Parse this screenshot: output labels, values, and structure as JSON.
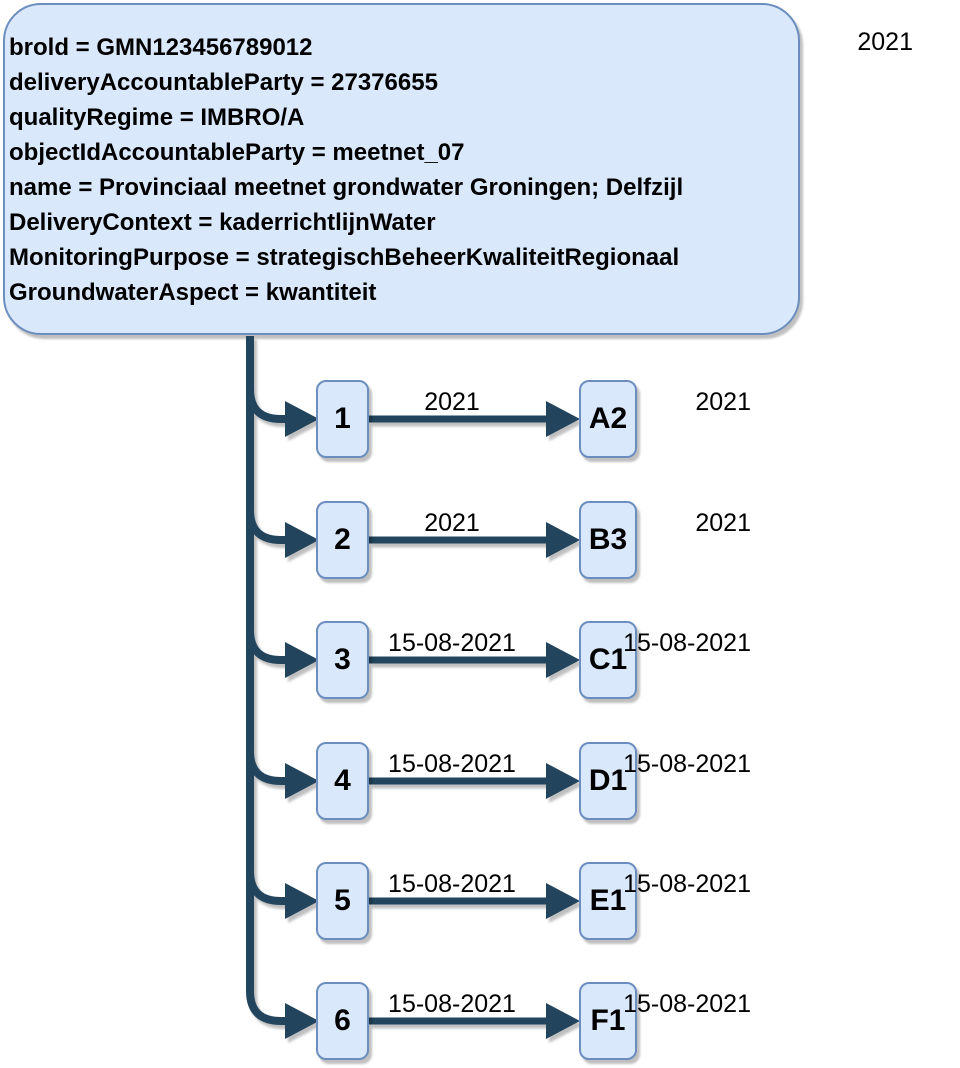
{
  "root_node": {
    "lines": [
      "brold = GMN123456789012",
      "deliveryAccountableParty = 27376655",
      "qualityRegime = IMBRO/A",
      "objectIdAccountableParty = meetnet_07",
      "name = Provinciaal meetnet grondwater Groningen; Delfzijl",
      "DeliveryContext = kaderrichtlijnWater",
      "MonitoringPurpose = strategischBeheerKwaliteitRegionaal",
      "GroundwaterAspect = kwantiteit"
    ],
    "start_year_label": "2021"
  },
  "rows": [
    {
      "tube_number": "1",
      "measuring_point": "A2",
      "edge_date": "2021",
      "start_date": "2021"
    },
    {
      "tube_number": "2",
      "measuring_point": "B3",
      "edge_date": "2021",
      "start_date": "2021"
    },
    {
      "tube_number": "3",
      "measuring_point": "C1",
      "edge_date": "15-08-2021",
      "start_date": "15-08-2021"
    },
    {
      "tube_number": "4",
      "measuring_point": "D1",
      "edge_date": "15-08-2021",
      "start_date": "15-08-2021"
    },
    {
      "tube_number": "5",
      "measuring_point": "E1",
      "edge_date": "15-08-2021",
      "start_date": "15-08-2021"
    },
    {
      "tube_number": "6",
      "measuring_point": "F1",
      "edge_date": "15-08-2021",
      "start_date": "15-08-2021"
    }
  ],
  "colors": {
    "background": "#ffffff",
    "node_fill": "#dae8fc",
    "node_border": "#6c8ebf",
    "edge": "#23445d",
    "text": "#000000",
    "shadow": "rgba(0,0,0,0.25)"
  }
}
